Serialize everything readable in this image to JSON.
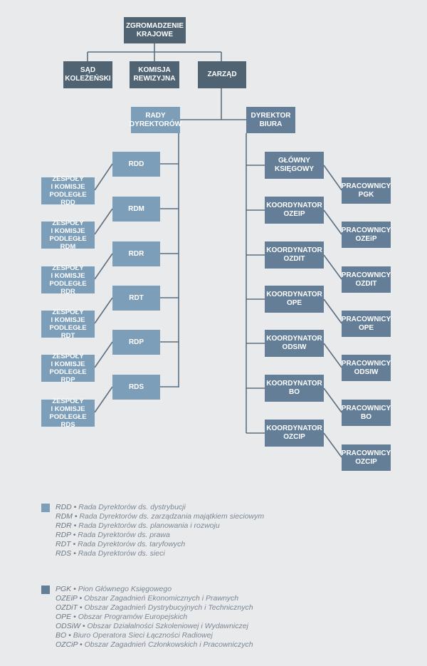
{
  "colors": {
    "top_box": "#4f6373",
    "rady_box": "#7d9eb8",
    "biuro_box": "#647e98",
    "line": "#5a6e80",
    "background": "#e8eaec",
    "legend_text": "#7c8893"
  },
  "top": {
    "zgromadzenie": "ZGROMADZENIE\nKRAJOWE",
    "sad": "SĄD\nKOLEŻEŃSKI",
    "komisja": "KOMISJA\nREWIZYJNA",
    "zarzad": "ZARZĄD"
  },
  "rady_root": "RADY\nDYREKTORÓW",
  "biuro_root": "DYREKTOR\nBIURA",
  "rady": [
    {
      "label": "RDD",
      "team": "ZESPOŁY\nI KOMISJE\nPODLEGŁE RDD"
    },
    {
      "label": "RDM",
      "team": "ZESPOŁY\nI KOMISJE\nPODLEGŁE RDM"
    },
    {
      "label": "RDR",
      "team": "ZESPOŁY\nI KOMISJE\nPODLEGŁE RDR"
    },
    {
      "label": "RDT",
      "team": "ZESPOŁY\nI KOMISJE\nPODLEGŁE RDT"
    },
    {
      "label": "RDP",
      "team": "ZESPOŁY\nI KOMISJE\nPODLEGŁE RDP"
    },
    {
      "label": "RDS",
      "team": "ZESPOŁY\nI KOMISJE\nPODLEGŁE RDS"
    }
  ],
  "biuro": [
    {
      "label": "GŁÓWNY\nKSIĘGOWY",
      "staff": "PRACOWNICY\nPGK"
    },
    {
      "label": "KOORDYNATOR\nOZEIP",
      "staff": "PRACOWNICY\nOZEiP"
    },
    {
      "label": "KOORDYNATOR\nOZDIT",
      "staff": "PRACOWNICY\nOZDIT"
    },
    {
      "label": "KOORDYNATOR\nOPE",
      "staff": "PRACOWNICY\nOPE"
    },
    {
      "label": "KOORDYNATOR\nODSIW",
      "staff": "PRACOWNICY\nODSIW"
    },
    {
      "label": "KOORDYNATOR\nBO",
      "staff": "PRACOWNICY\nBO"
    },
    {
      "label": "KOORDYNATOR\nOZCIP",
      "staff": "PRACOWNICY\nOZCIP"
    }
  ],
  "legend_rady": [
    {
      "abbr": "RDD",
      "text": "Rada Dyrektorów ds. dystrybucji"
    },
    {
      "abbr": "RDM",
      "text": "Rada Dyrektorów ds. zarządzania majątkiem sieciowym"
    },
    {
      "abbr": "RDR",
      "text": "Rada Dyrektorów ds. planowania i rozwoju"
    },
    {
      "abbr": "RDP",
      "text": "Rada Dyrektorów ds. prawa"
    },
    {
      "abbr": "RDT",
      "text": "Rada Dyrektorów ds. taryfowych"
    },
    {
      "abbr": "RDS",
      "text": "Rada Dyrektorów ds. sieci"
    }
  ],
  "legend_biuro": [
    {
      "abbr": "PGK",
      "text": "Pion Głównego Księgowego"
    },
    {
      "abbr": "OZEiP",
      "text": "Obszar Zagadnień Ekonomicznych i Prawnych"
    },
    {
      "abbr": "OZDiT",
      "text": "Obszar Zagadnień Dystrybucyjnych i Technicznych"
    },
    {
      "abbr": "OPE",
      "text": "Obszar Programów Europejskich"
    },
    {
      "abbr": "ODSiW",
      "text": "Obszar Działalności Szkoleniowej i Wydawniczej"
    },
    {
      "abbr": "BO",
      "text": "Biuro Operatora Sieci Łączności Radiowej"
    },
    {
      "abbr": "OZCiP",
      "text": "Obszar Zagadnień Członkowskich i Pracowniczych"
    }
  ]
}
